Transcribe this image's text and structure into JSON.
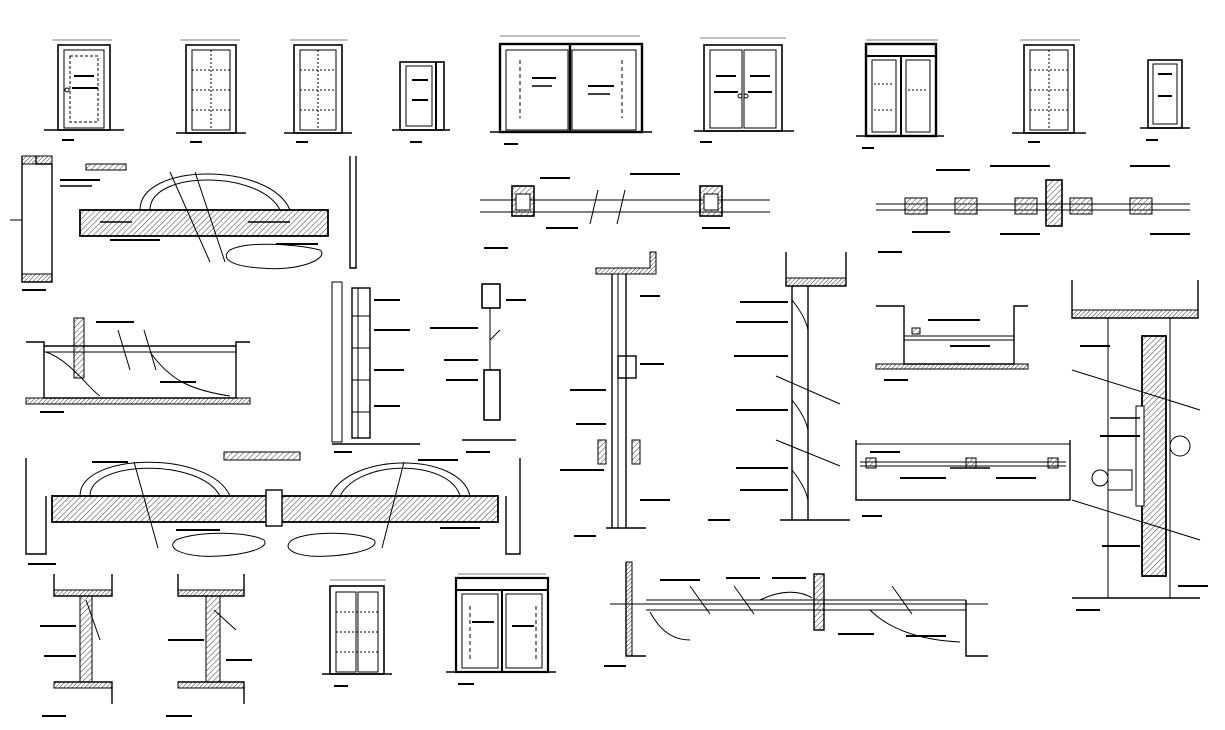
{
  "sheet": {
    "title": "",
    "line_color": "#000000",
    "background": "#ffffff",
    "hatch_color": "#6e6e6e"
  },
  "door_elevations_top": [
    {
      "id": "E1",
      "type": "single-leaf-panel"
    },
    {
      "id": "E2",
      "type": "single-leaf-glazed-grid"
    },
    {
      "id": "E3",
      "type": "single-leaf-glazed-grid"
    },
    {
      "id": "E4",
      "type": "narrow-leaf-with-sidelight"
    },
    {
      "id": "E5",
      "type": "double-leaf-glass"
    },
    {
      "id": "E6",
      "type": "double-leaf-panel"
    },
    {
      "id": "E7",
      "type": "double-leaf-with-transom"
    },
    {
      "id": "E8",
      "type": "single-leaf-glazed-grid"
    },
    {
      "id": "E9",
      "type": "narrow-single-leaf"
    }
  ],
  "door_elevations_bottom": [
    {
      "id": "E10",
      "type": "double-leaf-glazed-grid"
    },
    {
      "id": "E11",
      "type": "double-leaf-glass-with-transom"
    }
  ],
  "plan_details": [
    {
      "id": "P1",
      "type": "single-door-swing-plan"
    },
    {
      "id": "P2",
      "type": "frame-jamb-plan"
    },
    {
      "id": "P3",
      "type": "double-door-swing-plan"
    },
    {
      "id": "P4",
      "type": "sliding-glass-partition-plan"
    },
    {
      "id": "P5",
      "type": "multi-panel-glass-plan"
    },
    {
      "id": "P6",
      "type": "folding-partition-plan"
    }
  ],
  "section_details": [
    {
      "id": "S1",
      "type": "vertical-frame-section"
    },
    {
      "id": "S2",
      "type": "head-and-sill-section"
    },
    {
      "id": "S3",
      "type": "glass-door-vertical-section"
    },
    {
      "id": "S4",
      "type": "panel-vertical-section"
    },
    {
      "id": "S5",
      "type": "wall-recess-detail"
    },
    {
      "id": "S6",
      "type": "solid-door-section-with-handle"
    },
    {
      "id": "S7",
      "type": "jamb-section-left"
    },
    {
      "id": "S8",
      "type": "jamb-section-right"
    },
    {
      "id": "S9",
      "type": "track-detail"
    }
  ]
}
